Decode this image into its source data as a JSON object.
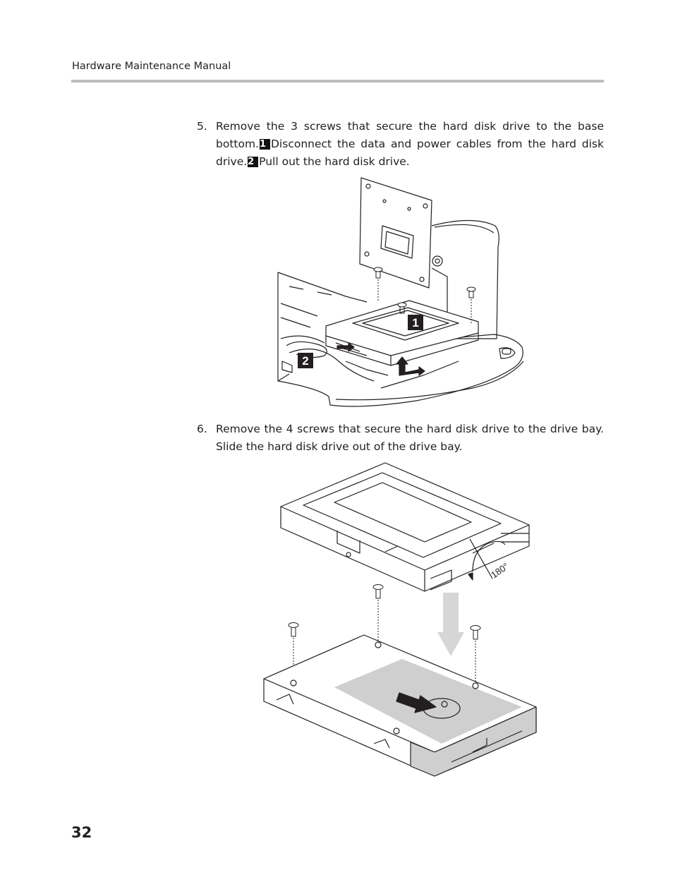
{
  "header": {
    "title": "Hardware Maintenance Manual"
  },
  "steps": [
    {
      "number": "5.",
      "parts": [
        "Remove the 3 screws that secure the hard disk drive to the base bottom.",
        "1",
        "Disconnect the data and power cables from the hard disk drive.",
        "2",
        "Pull out the hard disk drive."
      ]
    },
    {
      "number": "6.",
      "text": "Remove the 4 screws that secure the hard disk drive to the drive bay. Slide the hard disk drive out of the drive bay."
    }
  ],
  "figure1": {
    "callout_1": "1",
    "callout_2": "2"
  },
  "figure2": {
    "rotation_label": "180°"
  },
  "footer": {
    "page_number": "32"
  }
}
